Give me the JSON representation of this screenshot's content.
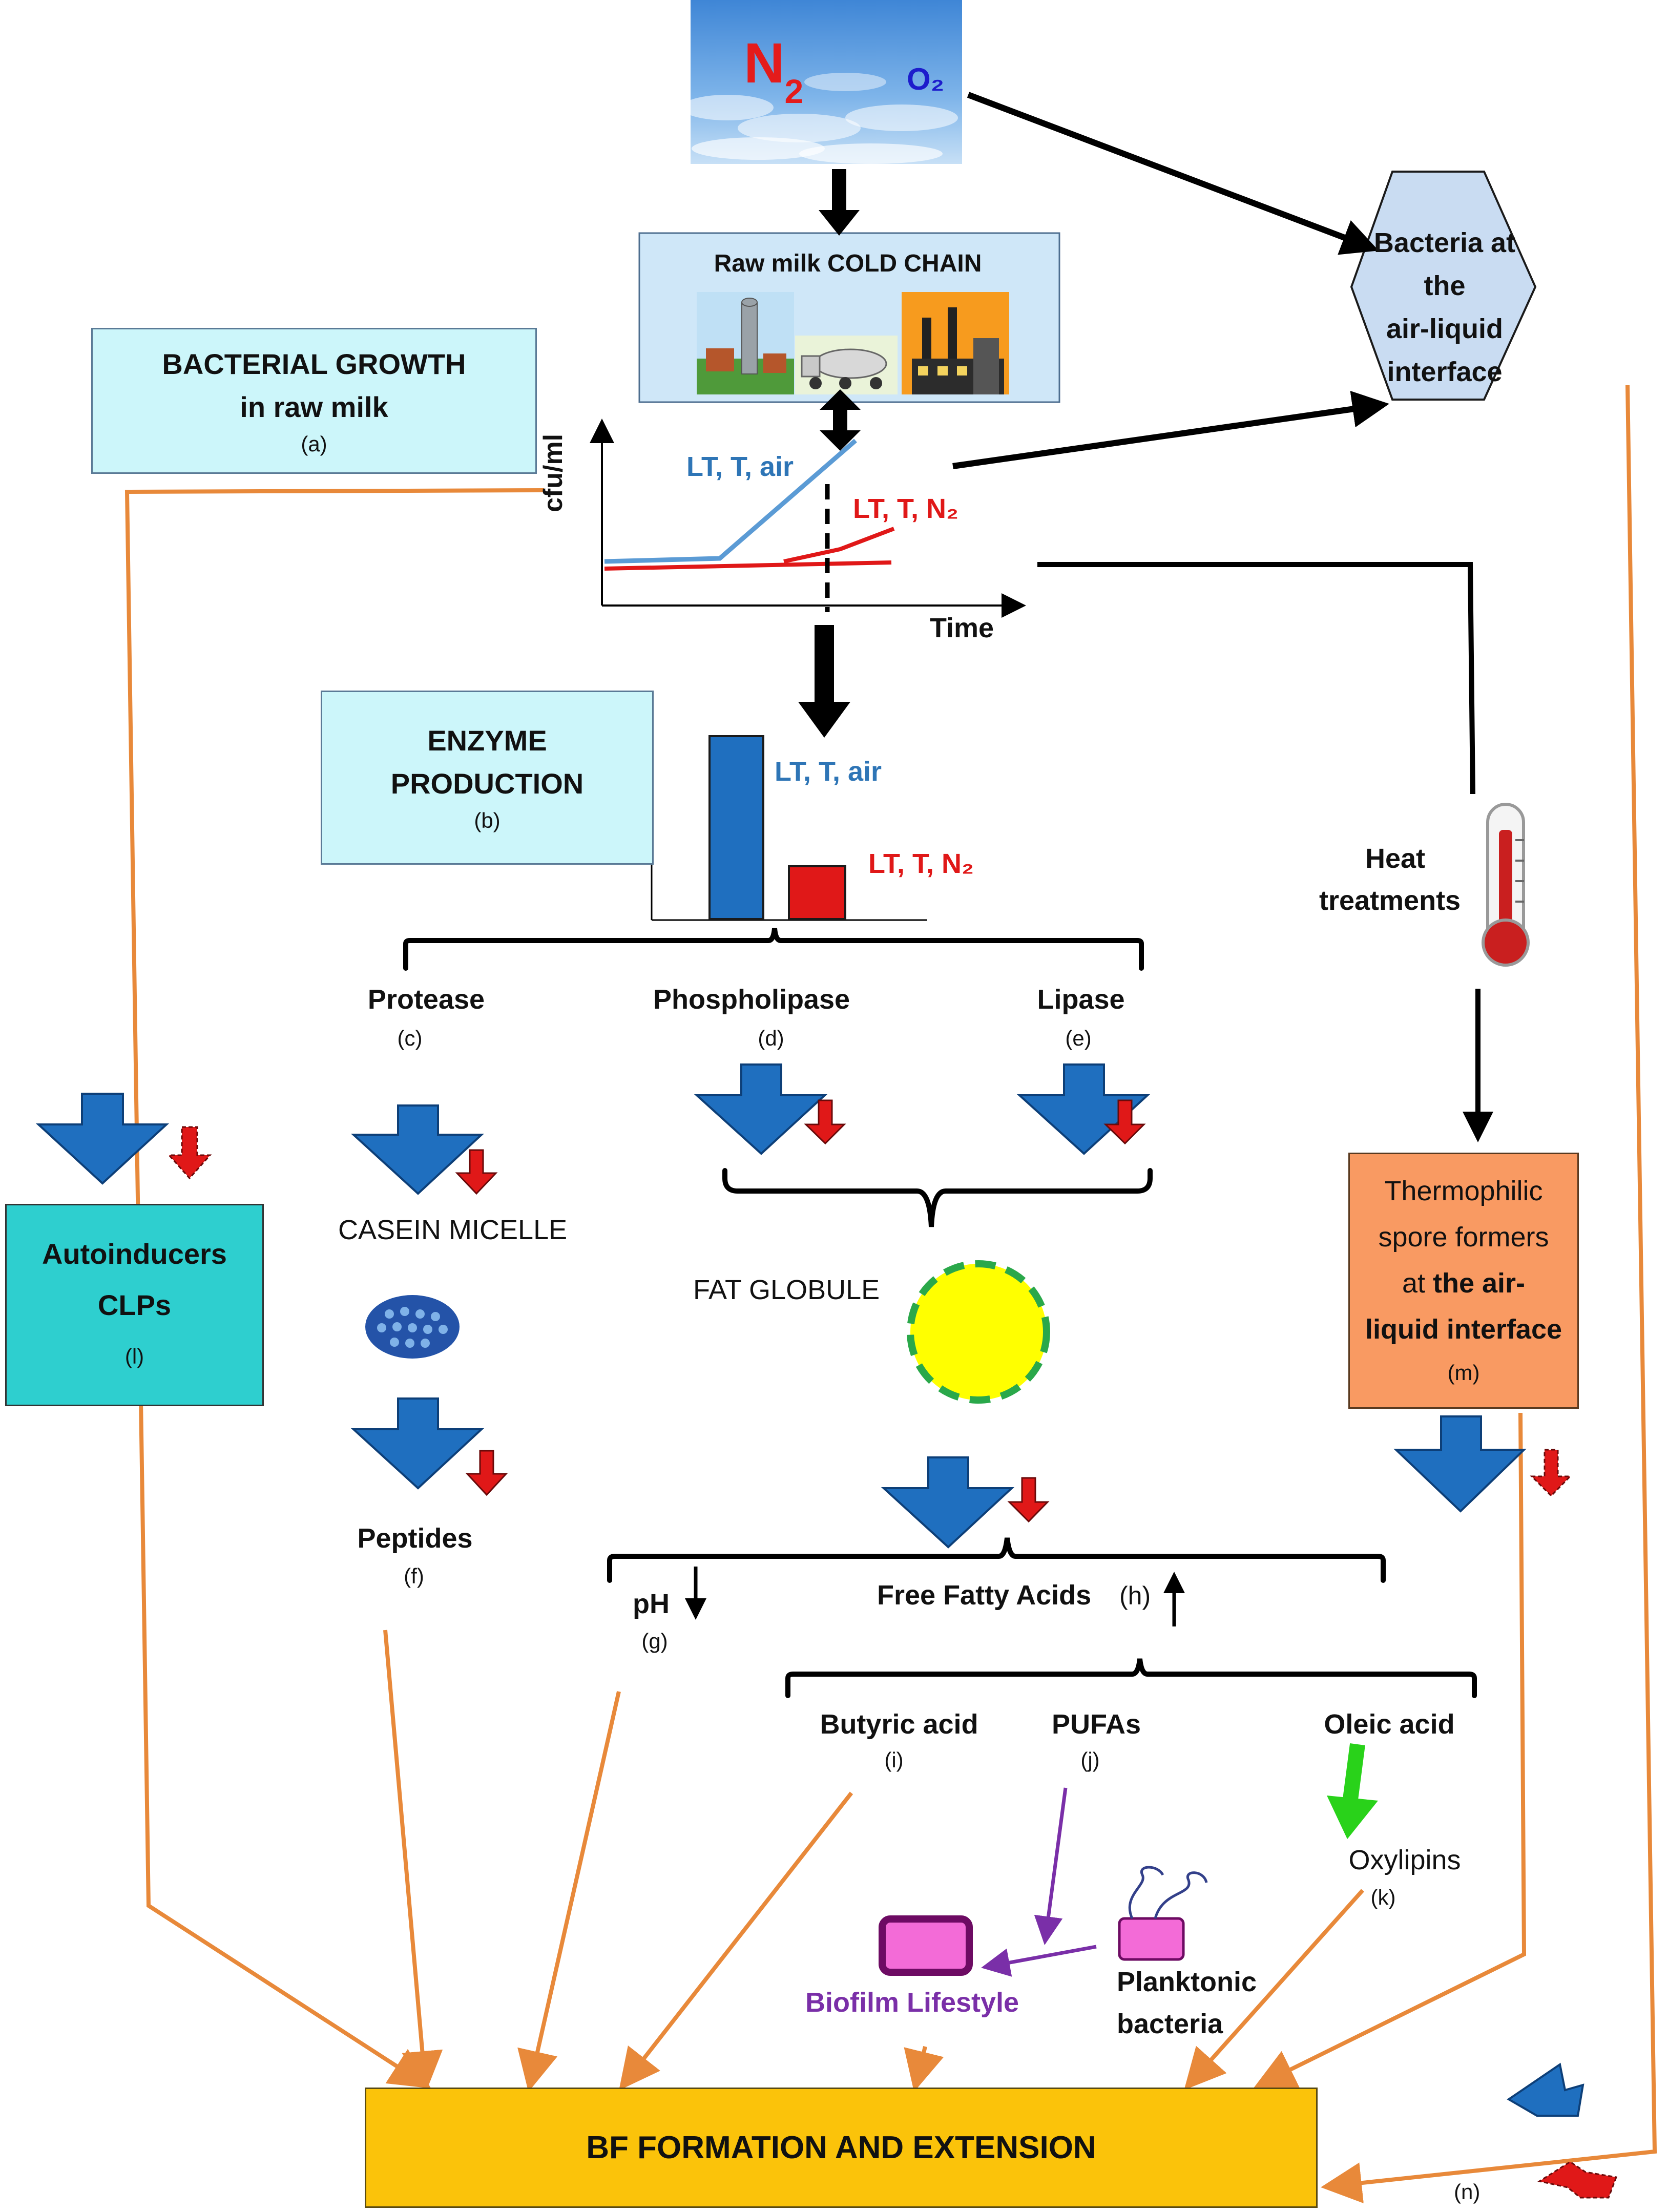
{
  "sky": {
    "n2_label": "N",
    "n2_sub": "2",
    "o2_label": "O₂"
  },
  "cold_chain": {
    "title": "Raw milk COLD CHAIN"
  },
  "air_liquid": {
    "line1": "Bacteria at the",
    "line2": "air-liquid",
    "line3": "interface"
  },
  "bacterial_growth": {
    "line1": "BACTERIAL GROWTH",
    "line2": "in raw milk",
    "tag": "(a)"
  },
  "growth_chart": {
    "ylabel": "cfu/ml",
    "xlabel": "Time",
    "series_air": "LT, T, air",
    "series_n2": "LT, T, N₂"
  },
  "enzyme": {
    "line1": "ENZYME",
    "line2": "PRODUCTION",
    "tag": "(b)"
  },
  "enzyme_chart": {
    "label_air": "LT, T, air",
    "label_n2": "LT, T, N₂"
  },
  "heat": {
    "line1": "Heat",
    "line2": "treatments"
  },
  "enzymes": {
    "protease": "Protease",
    "protease_tag": "(c)",
    "phospholipase": "Phospholipase",
    "phospholipase_tag": "(d)",
    "lipase": "Lipase",
    "lipase_tag": "(e)"
  },
  "autoinducers": {
    "line1": "Autoinducers",
    "line2": "CLPs",
    "tag": "(l)"
  },
  "casein": "CASEIN MICELLE",
  "fat_globule": "FAT GLOBULE",
  "thermophilic": {
    "line1": "Thermophilic",
    "line2": "spore formers",
    "line3a": "at ",
    "line3b": "the air-",
    "line4": "liquid interface",
    "tag": "(m)"
  },
  "peptides": {
    "label": "Peptides",
    "tag": "(f)"
  },
  "ph": {
    "label": "pH",
    "tag": "(g)"
  },
  "ffa": {
    "label": "Free Fatty Acids",
    "tag": "(h)"
  },
  "acids": {
    "butyric": "Butyric acid",
    "butyric_tag": "(i)",
    "pufas": "PUFAs",
    "pufas_tag": "(j)",
    "oleic": "Oleic acid"
  },
  "oxylipins": {
    "label": "Oxylipins",
    "tag": "(k)"
  },
  "biofilm": "Biofilm Lifestyle",
  "planktonic": {
    "line1": "Planktonic",
    "line2": "bacteria"
  },
  "bf_box": "BF FORMATION AND EXTENSION",
  "n_tag": "(n)",
  "colors": {
    "orange_line": "#e8893a",
    "blue_arrow": "#1f6fbf",
    "red_arrow": "#e01818",
    "light_cyan": "#ccf6fa",
    "teal": "#2ecfcf",
    "salmon": "#f99a62",
    "bf_yellow": "#fbc30a",
    "purple": "#7a2fa8",
    "green": "#29d21a"
  }
}
